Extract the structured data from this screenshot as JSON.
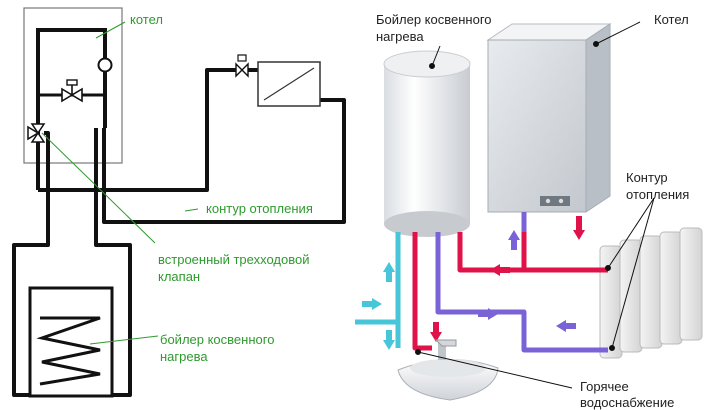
{
  "left": {
    "labels": {
      "boiler": "котел",
      "heating_circuit": "контур отопления",
      "valve_line1": "встроенный трехходовой",
      "valve_line2": "клапан",
      "tank_line1": "бойлер косвенного",
      "tank_line2": "нагрева"
    }
  },
  "right": {
    "labels": {
      "tank_line1": "Бойлер косвенного",
      "tank_line2": "нагрева",
      "boiler": "Котел",
      "circuit_line1": "Контур",
      "circuit_line2": "отопления",
      "hot_line1": "Горячее",
      "hot_line2": "водоснабжение"
    }
  },
  "colors": {
    "label_left": "#2e9a2e",
    "hot": "#e0124a",
    "cold": "#46c6d8",
    "return": "#7a63d6",
    "pipe": "#111111"
  }
}
